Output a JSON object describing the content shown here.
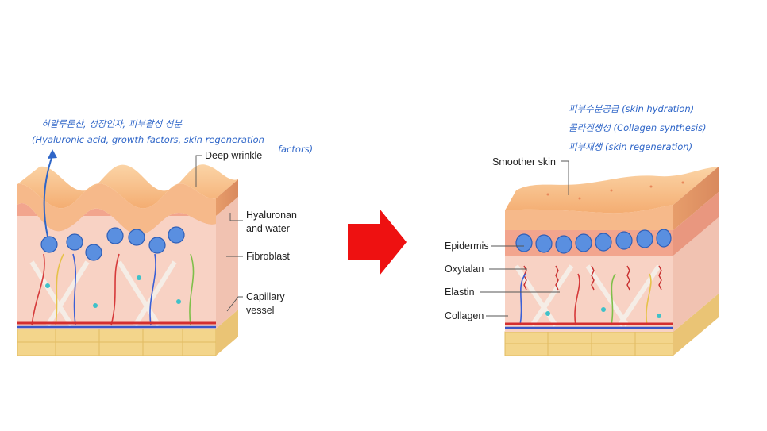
{
  "left_annotation": {
    "line1": "히알루론산, 성장인자, 피부활성 성분",
    "line2": "(Hyaluronic acid, growth factors, skin regeneration",
    "line3": "factors)"
  },
  "right_annotation": {
    "line1": "피부수분공급 (skin hydration)",
    "line2": "콜라겐생성 (Collagen synthesis)",
    "line3": "피부재생 (skin regeneration)"
  },
  "left_labels": {
    "deep_wrinkle": "Deep wrinkle",
    "hyaluronan_1": "Hyaluronan",
    "hyaluronan_2": "and water",
    "fibroblast": "Fibroblast",
    "capillary_1": "Capillary",
    "capillary_2": "vessel"
  },
  "right_labels": {
    "smoother_skin": "Smoother skin",
    "epidermis": "Epidermis",
    "oxytalan": "Oxytalan",
    "elastin": "Elastin",
    "collagen": "Collagen"
  },
  "colors": {
    "arrow": "#ee1111",
    "annotation": "#2f66c8",
    "epidermis": "#f7bd85",
    "dermis": "#f2a58e",
    "fat": "#f4d88a",
    "cell": "#5a8fe0"
  }
}
